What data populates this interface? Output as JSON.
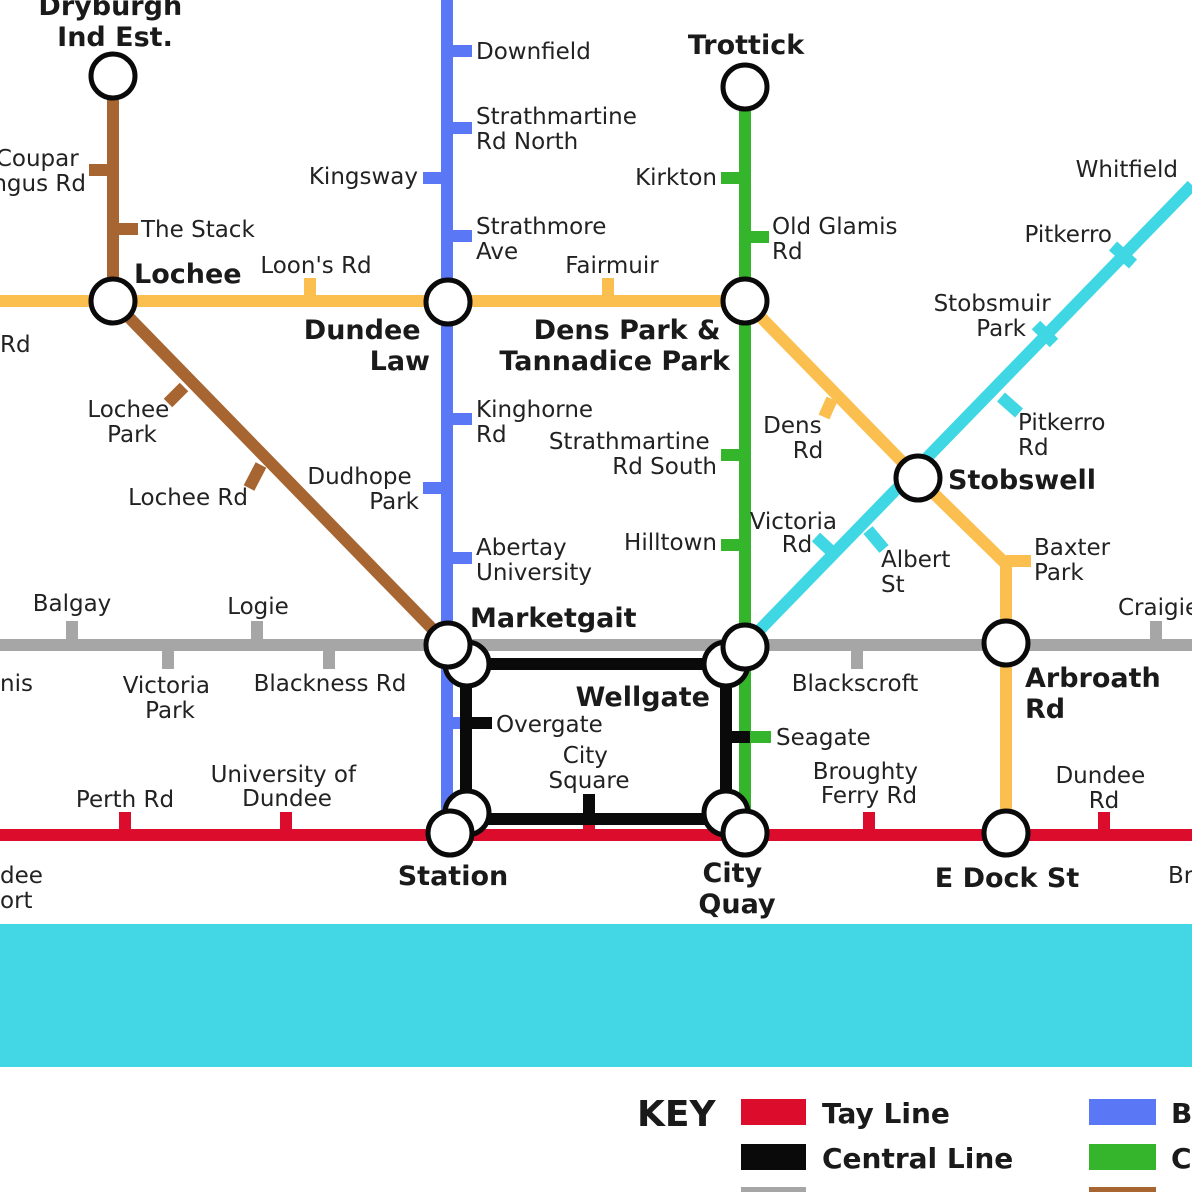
{
  "colors": {
    "tay": "#dc0d2c",
    "central": "#0a0a0a",
    "grey": "#a6a6a6",
    "blue": "#5a78f5",
    "green": "#35b52b",
    "brown": "#a66531",
    "orange": "#fbbf4f",
    "cyan": "#40d7e5",
    "river": "#43d7e5"
  },
  "hubs": {
    "dryburgh": "Dryburgh Ind Est.",
    "trottick": "Trottick",
    "lochee": "Lochee",
    "dundee_law": "Dundee Law",
    "dens_park": "Dens Park & Tannadice Park",
    "stobswell": "Stobswell",
    "marketgait": "Marketgait",
    "wellgate": "Wellgate",
    "arbroath_rd": "Arbroath Rd",
    "station": "Station",
    "city_quay": "City Quay",
    "e_dock_st": "E Dock St"
  },
  "stations": {
    "downfield": "Downfield",
    "strathmartine_rd_north": "Strathmartine Rd North",
    "kingsway": "Kingsway",
    "strathmore_ave": "Strathmore Ave",
    "loons_rd": "Loon's Rd",
    "fairmuir": "Fairmuir",
    "kirkton": "Kirkton",
    "old_glamis_rd": "Old Glamis Rd",
    "whitfield": "Whitfield",
    "pitkerro": "Pitkerro",
    "stobsmuir_park": "Stobsmuir Park",
    "pitkerro_rd": "Pitkerro Rd",
    "coupar_angus_rd": "Coupar Angus Rd",
    "the_stack": "The Stack",
    "rd_left": "Rd",
    "lochee_park": "Lochee Park",
    "lochee_rd": "Lochee Rd",
    "kinghorne_rd": "Kinghorne Rd",
    "dudhope_park": "Dudhope Park",
    "strathmartine_rd_south": "Strathmartine Rd South",
    "dens_rd": "Dens Rd",
    "victoria_rd": "Victoria Rd",
    "albert_st": "Albert St",
    "abertay_university": "Abertay University",
    "hilltown": "Hilltown",
    "baxter_park": "Baxter Park",
    "balgay": "Balgay",
    "logie": "Logie",
    "craigie": "Craigie",
    "nis_left": "nis",
    "victoria_park": "Victoria Park",
    "blackness_rd": "Blackness Rd",
    "blackscroft": "Blackscroft",
    "overgate": "Overgate",
    "seagate": "Seagate",
    "city_square": "City Square",
    "perth_rd": "Perth Rd",
    "university_of_dundee": "University of Dundee",
    "broughty_ferry_rd": "Broughty Ferry Rd",
    "dundee_rd": "Dundee Rd",
    "dundee_airport_partial": "dee ort",
    "br_partial": "Br"
  },
  "key": {
    "title": "KEY",
    "items": [
      {
        "label": "Tay Line",
        "color": "#dc0d2c"
      },
      {
        "label": "Central Line",
        "color": "#0a0a0a"
      },
      {
        "label": "B",
        "color": "#5a78f5"
      },
      {
        "label": "Ci",
        "color": "#35b52b"
      }
    ]
  }
}
